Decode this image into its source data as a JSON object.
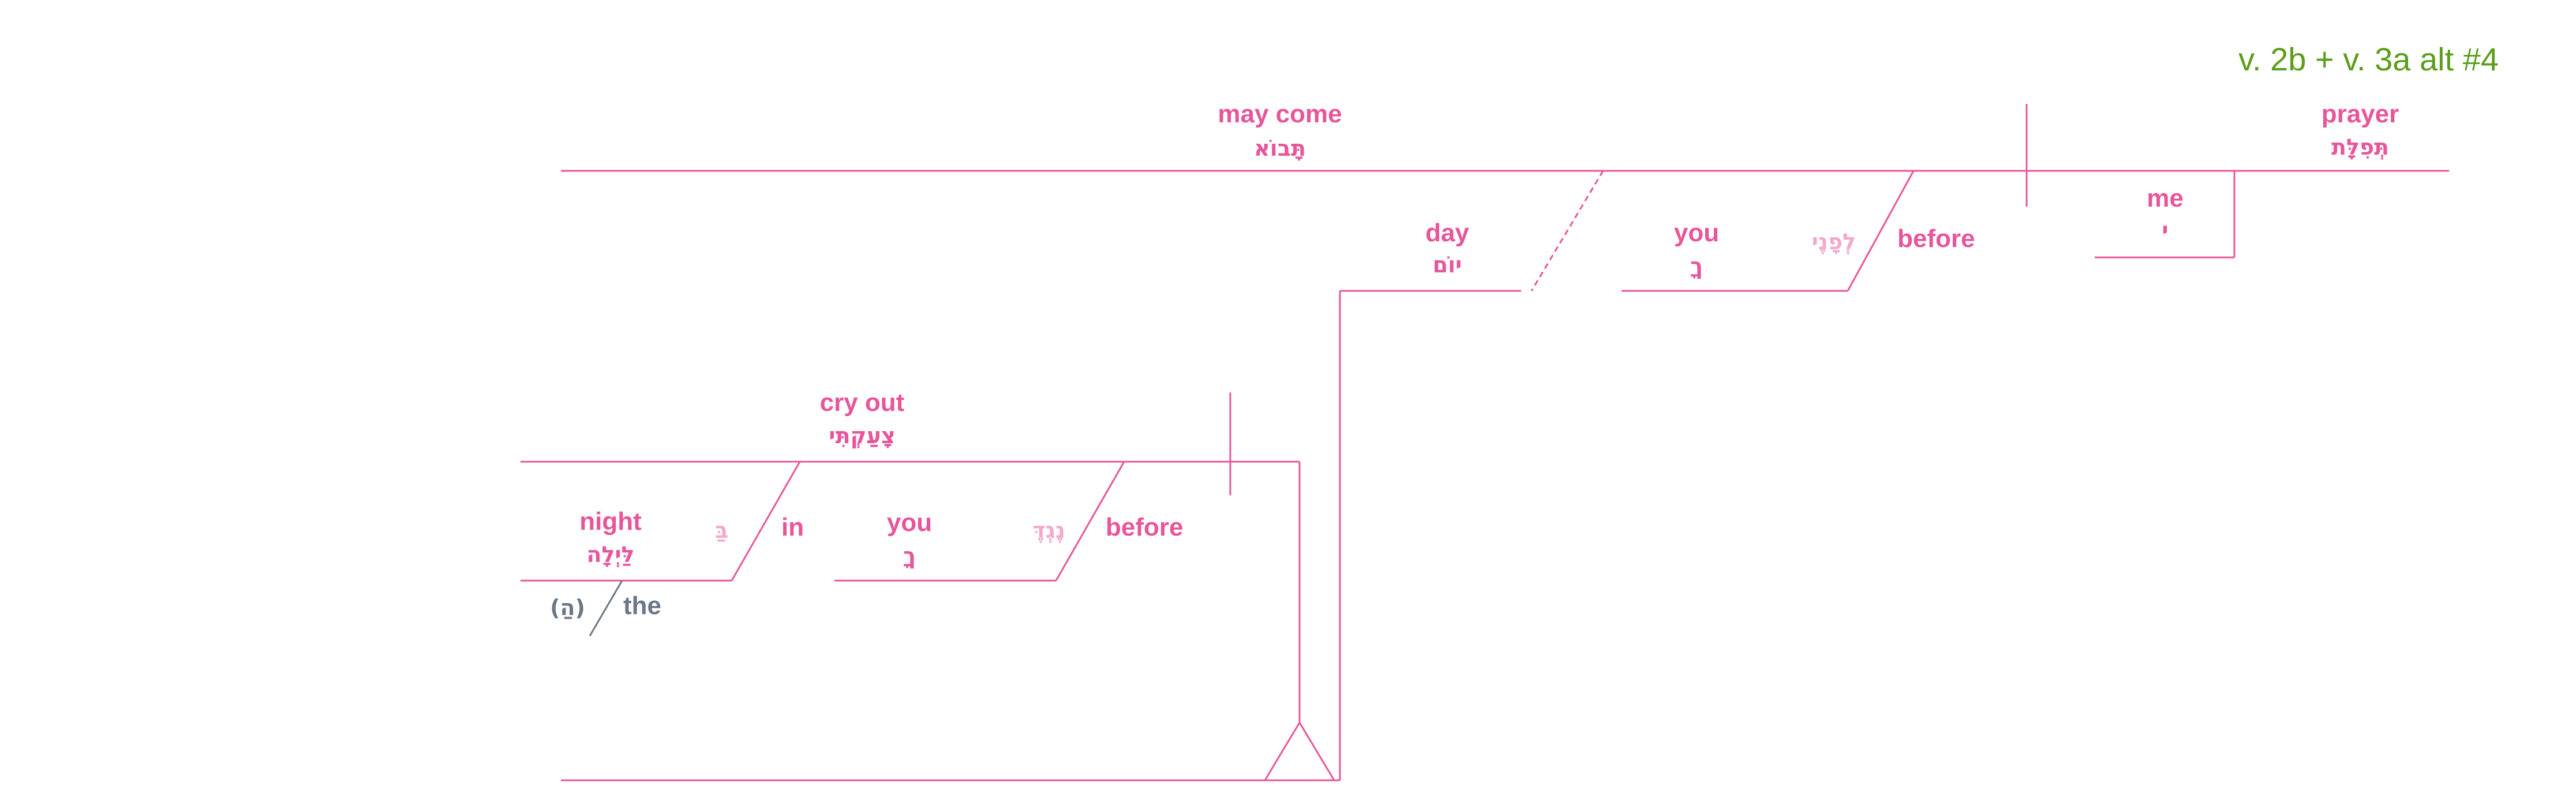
{
  "reference": "v. 2b + v. 3a alt #4",
  "colors": {
    "diagram": "#e8559a",
    "article": "#6b7688",
    "reference": "#5a9e1a"
  },
  "clause1": {
    "verb": {
      "en": "may come",
      "he": "תָּבוֹא"
    },
    "subject": {
      "en": "prayer",
      "he": "תְּפִלָּת"
    },
    "possessor": {
      "en": "me",
      "he": "י"
    },
    "preposition": {
      "en": "before",
      "he": "לְפָנֶי"
    },
    "object": {
      "en": "you",
      "he": "ךָ"
    },
    "day": {
      "en": "day",
      "he": "יוֹם"
    }
  },
  "clause2": {
    "verb": {
      "en": "cry out",
      "he": "צָעַקְתִּי"
    },
    "prep1": {
      "en": "in",
      "he": "בַּ"
    },
    "night": {
      "en": "night",
      "he": "לַּיְלָה"
    },
    "article": {
      "en": "the",
      "he": "(הַ)"
    },
    "prep2": {
      "en": "before",
      "he": "נֶגְדֶּ"
    },
    "object": {
      "en": "you",
      "he": "ךָ"
    }
  }
}
